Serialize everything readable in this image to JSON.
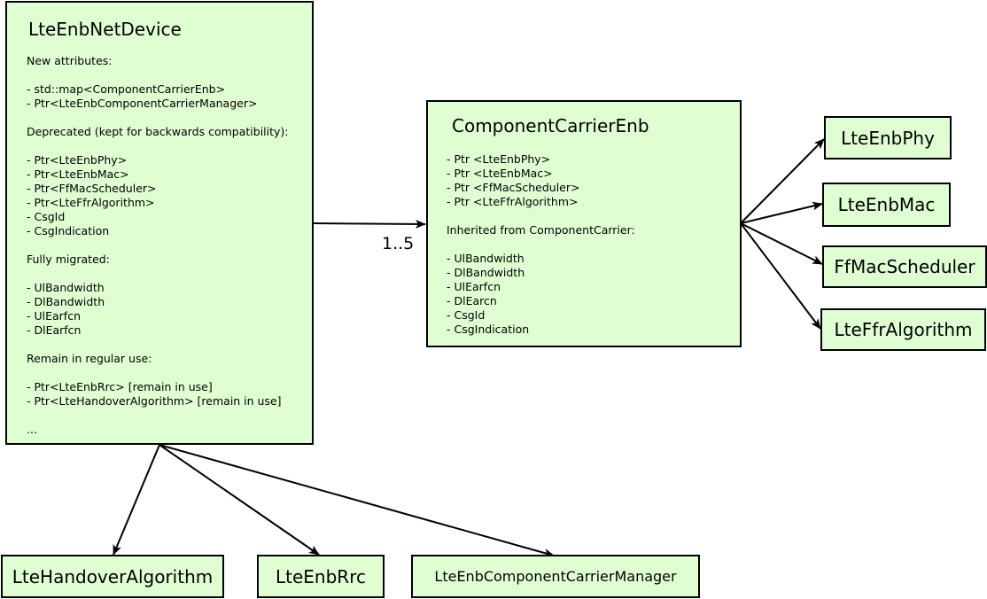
{
  "net_device": {
    "title": "LteEnbNetDevice",
    "lines": [
      "New attributes:",
      "",
      "- std::map<ComponentCarrierEnb>",
      "- Ptr<LteEnbComponentCarrierManager>",
      "",
      "Deprecated (kept for backwards compatibility):",
      "",
      "- Ptr<LteEnbPhy>",
      "- Ptr<LteEnbMac>",
      "- Ptr<FfMacScheduler>",
      "- Ptr<LteFfrAlgorithm>",
      "- CsgId",
      "- CsgIndication",
      "",
      "Fully migrated:",
      "",
      "- UlBandwidth",
      "- DlBandwidth",
      "- UlEarfcn",
      "- DlEarfcn",
      "",
      "Remain in regular use:",
      "",
      "- Ptr<LteEnbRrc> [remain in use]",
      "- Ptr<LteHandoverAlgorithm> [remain in use]",
      "",
      "..."
    ]
  },
  "component_carrier": {
    "title": "ComponentCarrierEnb",
    "lines": [
      "- Ptr <LteEnbPhy>",
      "- Ptr <LteEnbMac>",
      "- Ptr <FfMacScheduler>",
      "- Ptr <LteFfrAlgorithm>",
      "",
      "Inherited from ComponentCarrier:",
      "",
      "- UlBandwidth",
      "- DlBandwidth",
      "- UlEarfcn",
      "- DlEarcn",
      "- CsgId",
      "- CsgIndication"
    ]
  },
  "multiplicity_label": "1..5",
  "carrier_targets": {
    "phy": "LteEnbPhy",
    "mac": "LteEnbMac",
    "scheduler": "FfMacScheduler",
    "ffr": "LteFfrAlgorithm"
  },
  "device_targets": {
    "handover": "LteHandoverAlgorithm",
    "rrc": "LteEnbRrc",
    "ccm": "LteEnbComponentCarrierManager"
  },
  "colors": {
    "box_fill": "#dfffd2",
    "stroke": "#000000"
  }
}
